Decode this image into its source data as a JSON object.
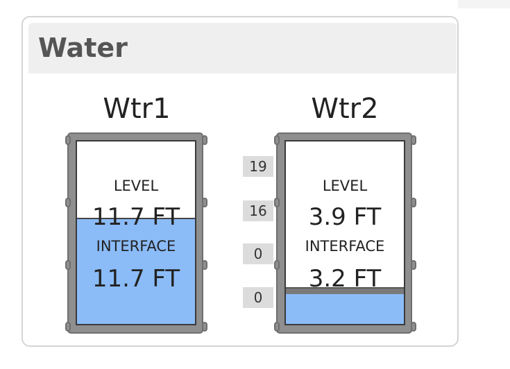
{
  "panel": {
    "title": "Water"
  },
  "tanks": [
    {
      "name": "Wtr1",
      "level_label": "LEVEL",
      "level_value": "11.7 FT",
      "interface_label": "INTERFACE",
      "interface_value": "11.7 FT",
      "fill_fraction": 0.58,
      "fill_color": "#8bbcf8"
    },
    {
      "name": "Wtr2",
      "level_label": "LEVEL",
      "level_value": "3.9 FT",
      "interface_label": "INTERFACE",
      "interface_value": "3.2 FT",
      "fill_fraction": 0.2,
      "interface_fraction": 0.2,
      "fill_color": "#8bbcf8",
      "interface_color": "#7a7a7a"
    }
  ],
  "scale": [
    "19",
    "16",
    "0",
    "0"
  ]
}
